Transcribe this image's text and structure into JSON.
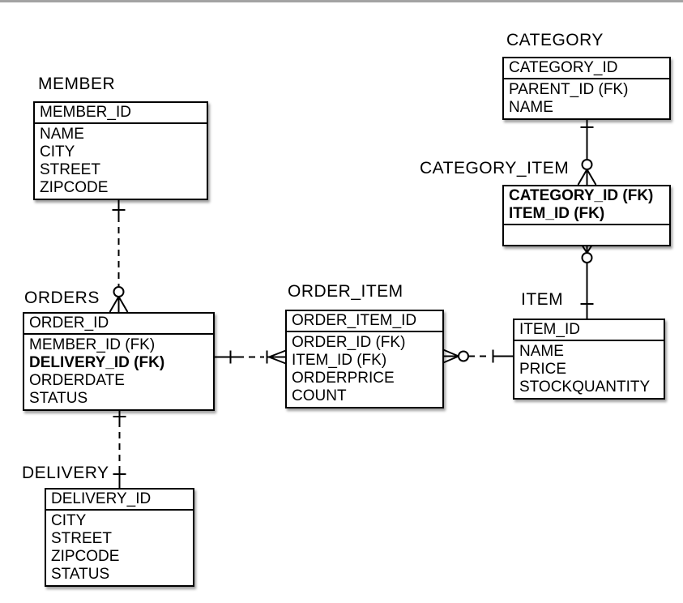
{
  "page": {
    "background": "#ffffff",
    "top_rule_color": "#a3a3a3",
    "line_color": "#000000"
  },
  "diagram": {
    "type": "entity-relationship-diagram",
    "notation": "crow's foot (IDEF1X style)",
    "entities": [
      {
        "id": "member",
        "title": "MEMBER",
        "primary_keys": [
          {
            "text": "MEMBER_ID",
            "bold": false
          }
        ],
        "attributes": [
          {
            "text": "NAME",
            "bold": false
          },
          {
            "text": "CITY",
            "bold": false
          },
          {
            "text": "STREET",
            "bold": false
          },
          {
            "text": "ZIPCODE",
            "bold": false
          }
        ]
      },
      {
        "id": "category",
        "title": "CATEGORY",
        "primary_keys": [
          {
            "text": "CATEGORY_ID",
            "bold": false
          }
        ],
        "attributes": [
          {
            "text": "PARENT_ID (FK)",
            "bold": false
          },
          {
            "text": "NAME",
            "bold": false
          }
        ]
      },
      {
        "id": "category_item",
        "title": "CATEGORY_ITEM",
        "primary_keys": [
          {
            "text": "CATEGORY_ID (FK)",
            "bold": true
          },
          {
            "text": "ITEM_ID (FK)",
            "bold": true
          }
        ],
        "attributes": []
      },
      {
        "id": "orders",
        "title": "ORDERS",
        "primary_keys": [
          {
            "text": "ORDER_ID",
            "bold": false
          }
        ],
        "attributes": [
          {
            "text": "MEMBER_ID (FK)",
            "bold": false
          },
          {
            "text": "DELIVERY_ID (FK)",
            "bold": true
          },
          {
            "text": "ORDERDATE",
            "bold": false
          },
          {
            "text": "STATUS",
            "bold": false
          }
        ]
      },
      {
        "id": "order_item",
        "title": "ORDER_ITEM",
        "primary_keys": [
          {
            "text": "ORDER_ITEM_ID",
            "bold": false
          }
        ],
        "attributes": [
          {
            "text": "ORDER_ID (FK)",
            "bold": false
          },
          {
            "text": "ITEM_ID (FK)",
            "bold": false
          },
          {
            "text": "ORDERPRICE",
            "bold": false
          },
          {
            "text": "COUNT",
            "bold": false
          }
        ]
      },
      {
        "id": "item",
        "title": "ITEM",
        "primary_keys": [
          {
            "text": "ITEM_ID",
            "bold": false
          }
        ],
        "attributes": [
          {
            "text": "NAME",
            "bold": false
          },
          {
            "text": "PRICE",
            "bold": false
          },
          {
            "text": "STOCKQUANTITY",
            "bold": false
          }
        ]
      },
      {
        "id": "delivery",
        "title": "DELIVERY",
        "primary_keys": [
          {
            "text": "DELIVERY_ID",
            "bold": false
          }
        ],
        "attributes": [
          {
            "text": "CITY",
            "bold": false
          },
          {
            "text": "STREET",
            "bold": false
          },
          {
            "text": "ZIPCODE",
            "bold": false
          },
          {
            "text": "STATUS",
            "bold": false
          }
        ]
      }
    ],
    "relationships": [
      {
        "id": "member-orders",
        "from": "MEMBER",
        "to": "ORDERS",
        "from_marker": "one-tick",
        "to_marker": "circle-crowfoot (zero-or-many)",
        "line_style": "dashed"
      },
      {
        "id": "orders-order_item",
        "from": "ORDERS",
        "to": "ORDER_ITEM",
        "from_marker": "one-tick",
        "to_marker": "tick-crowfoot (one-or-many)",
        "line_style": "dashed"
      },
      {
        "id": "item-order_item",
        "from": "ITEM",
        "to": "ORDER_ITEM",
        "from_marker": "one-tick",
        "to_marker": "circle-crowfoot (zero-or-many)",
        "line_style": "dashed"
      },
      {
        "id": "orders-delivery",
        "from": "ORDERS",
        "to": "DELIVERY",
        "from_marker": "one-tick",
        "to_marker": "one-tick",
        "line_style": "dashed"
      },
      {
        "id": "category-category_item",
        "from": "CATEGORY",
        "to": "CATEGORY_ITEM",
        "from_marker": "one-tick",
        "to_marker": "circle-crowfoot (zero-or-many)",
        "line_style": "solid"
      },
      {
        "id": "item-category_item",
        "from": "ITEM",
        "to": "CATEGORY_ITEM",
        "from_marker": "one-tick",
        "to_marker": "circle-crowfoot (zero-or-many)",
        "line_style": "solid"
      }
    ]
  }
}
